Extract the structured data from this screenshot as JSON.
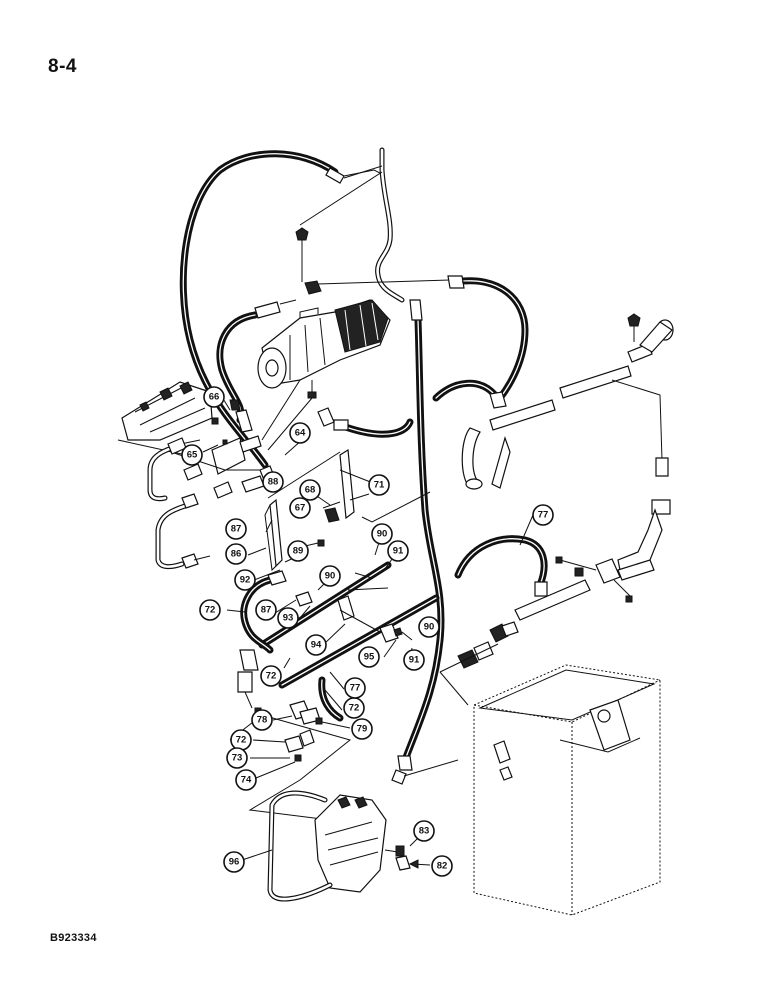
{
  "page_number": "8-4",
  "drawing_code": "B923334",
  "callouts": [
    {
      "id": "64",
      "label": "64"
    },
    {
      "id": "65",
      "label": "65"
    },
    {
      "id": "66",
      "label": "66"
    },
    {
      "id": "67",
      "label": "67"
    },
    {
      "id": "68",
      "label": "68"
    },
    {
      "id": "71",
      "label": "71"
    },
    {
      "id": "72a",
      "label": "72"
    },
    {
      "id": "72b",
      "label": "72"
    },
    {
      "id": "72c",
      "label": "72"
    },
    {
      "id": "72d",
      "label": "72"
    },
    {
      "id": "73",
      "label": "73"
    },
    {
      "id": "74",
      "label": "74"
    },
    {
      "id": "77a",
      "label": "77"
    },
    {
      "id": "77b",
      "label": "77"
    },
    {
      "id": "78",
      "label": "78"
    },
    {
      "id": "79",
      "label": "79"
    },
    {
      "id": "82",
      "label": "82"
    },
    {
      "id": "83",
      "label": "83"
    },
    {
      "id": "86",
      "label": "86"
    },
    {
      "id": "87a",
      "label": "87"
    },
    {
      "id": "87b",
      "label": "87"
    },
    {
      "id": "88",
      "label": "88"
    },
    {
      "id": "89",
      "label": "89"
    },
    {
      "id": "90a",
      "label": "90"
    },
    {
      "id": "90b",
      "label": "90"
    },
    {
      "id": "90c",
      "label": "90"
    },
    {
      "id": "91a",
      "label": "91"
    },
    {
      "id": "91b",
      "label": "91"
    },
    {
      "id": "92",
      "label": "92"
    },
    {
      "id": "93",
      "label": "93"
    },
    {
      "id": "94",
      "label": "94"
    },
    {
      "id": "95",
      "label": "95"
    },
    {
      "id": "96",
      "label": "96"
    }
  ]
}
